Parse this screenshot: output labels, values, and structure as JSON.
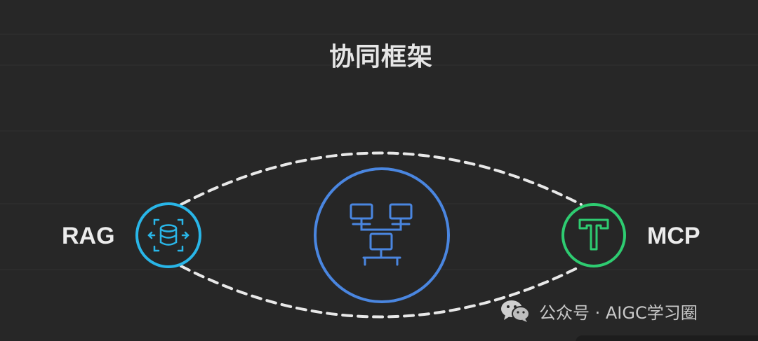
{
  "diagram": {
    "title": "协同框架",
    "nodes": {
      "left_label": "RAG",
      "right_label": "MCP"
    },
    "icons": {
      "left": "database-scan-icon",
      "center": "network-computers-icon",
      "right": "t-tool-icon"
    },
    "colors": {
      "background": "#272727",
      "rag_accent": "#29b6e8",
      "center_accent": "#4a86e0",
      "mcp_accent": "#2ecc71",
      "connector": "#e8e8e8"
    }
  },
  "watermark": {
    "text": "公众号 · AIGC学习圈",
    "icon": "wechat-icon"
  }
}
